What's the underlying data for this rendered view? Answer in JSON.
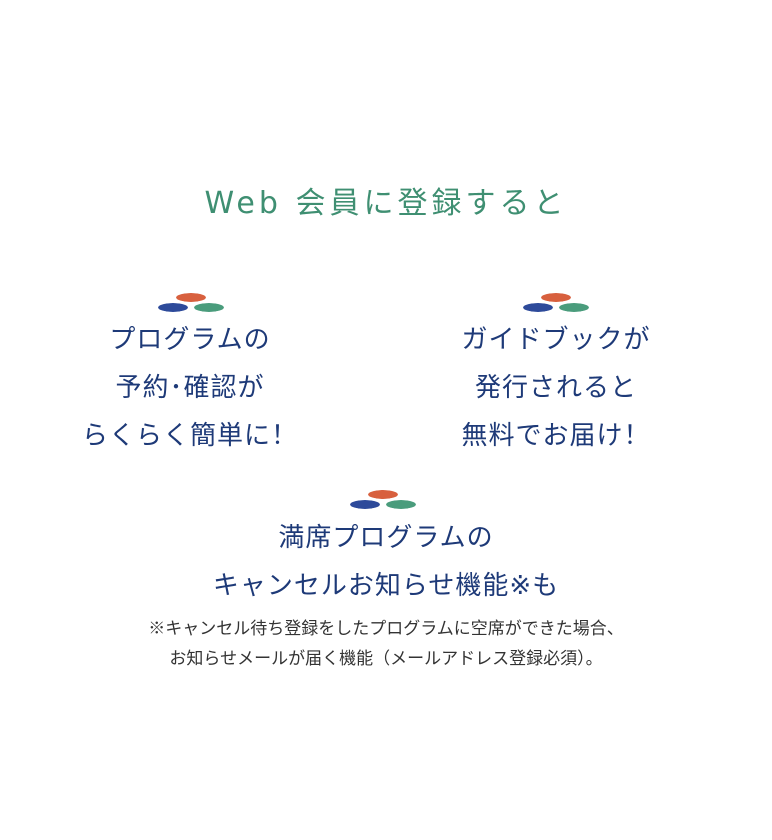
{
  "heading": "Web 会員に登録すると",
  "colors": {
    "heading": "#3f8f72",
    "body_text": "#1e3a78",
    "note_text": "#333333",
    "leaf_orange": "#d8603e",
    "leaf_blue": "#2d4a9a",
    "leaf_green": "#4a9c7c"
  },
  "benefits": [
    {
      "icon": "leaf-emblem-icon",
      "lines": [
        "プログラムの",
        "予約･確認が",
        "らくらく簡単に！"
      ]
    },
    {
      "icon": "leaf-emblem-icon",
      "lines": [
        "ガイドブックが",
        "発行されると",
        "無料でお届け！"
      ]
    },
    {
      "icon": "leaf-emblem-icon",
      "lines": [
        "満席プログラムの",
        "キャンセルお知らせ機能※も"
      ]
    }
  ],
  "note": {
    "lines": [
      "※キャンセル待ち登録をしたプログラムに空席ができた場合、",
      "お知らせメールが届く機能（メールアドレス登録必須）。"
    ]
  }
}
